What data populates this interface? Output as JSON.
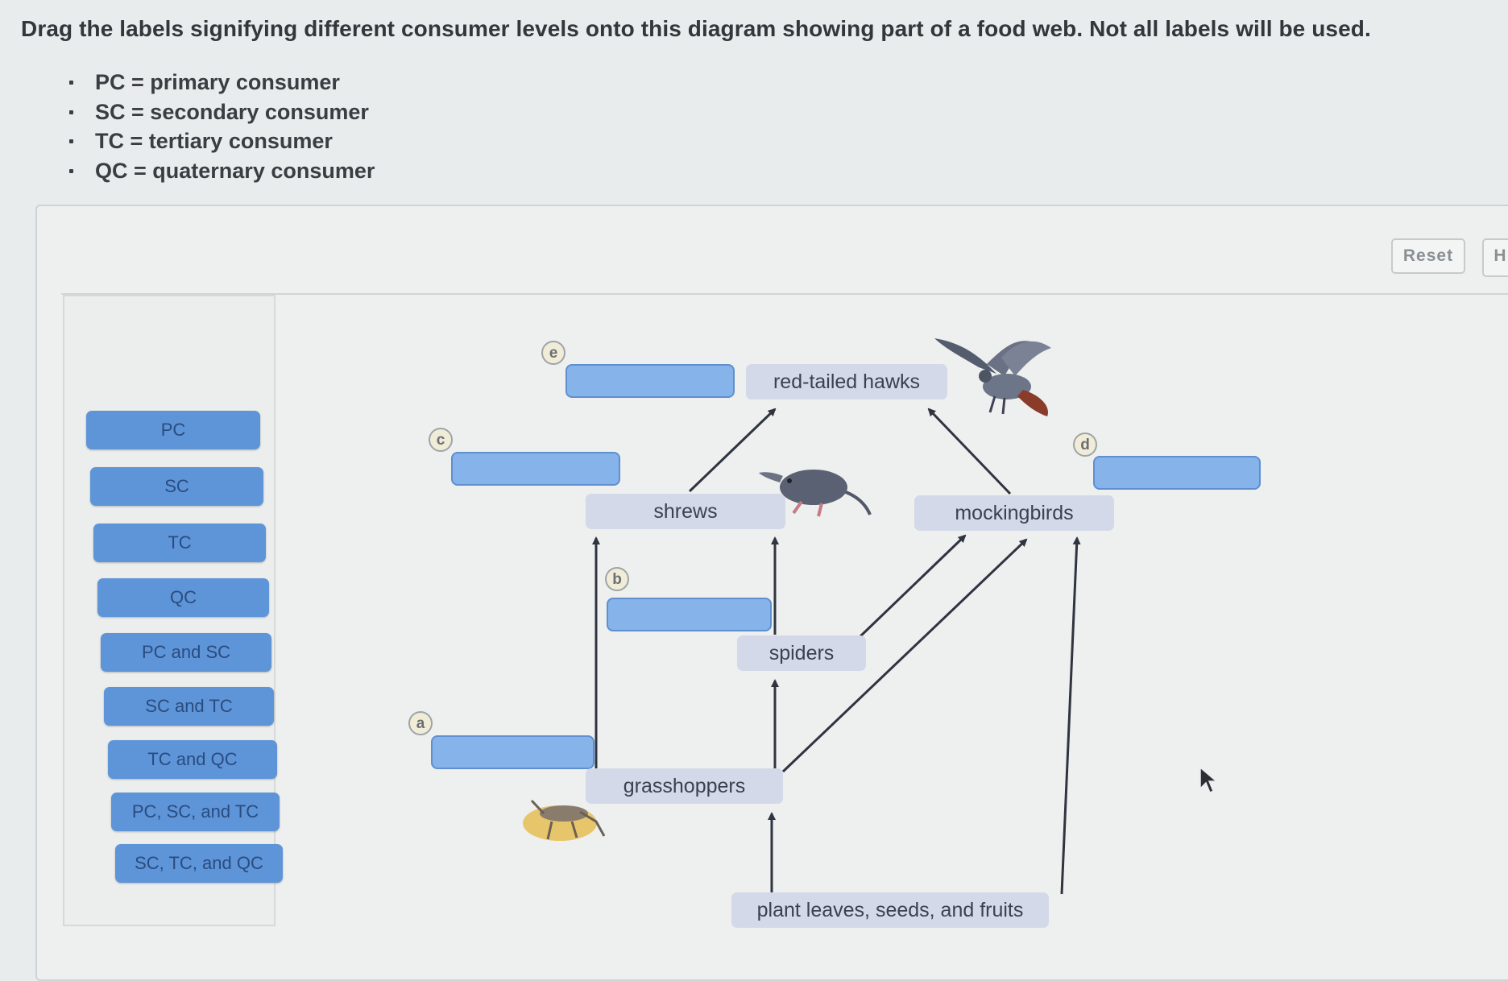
{
  "instructions": "Drag the labels signifying different consumer levels onto this diagram showing part of a food web. Not all labels will be used.",
  "key": [
    {
      "abbr": "PC",
      "meaning": "primary consumer"
    },
    {
      "abbr": "SC",
      "meaning": "secondary consumer"
    },
    {
      "abbr": "TC",
      "meaning": "tertiary consumer"
    },
    {
      "abbr": "QC",
      "meaning": "quaternary consumer"
    }
  ],
  "toolbar": {
    "reset_label": "Reset",
    "help_label": "H"
  },
  "label_bank": [
    "PC",
    "SC",
    "TC",
    "QC",
    "PC and SC",
    "SC and TC",
    "TC and QC",
    "PC, SC, and TC",
    "SC, TC, and QC"
  ],
  "organisms": {
    "hawks": "red-tailed hawks",
    "shrews": "shrews",
    "mockingbirds": "mockingbirds",
    "spiders": "spiders",
    "grasshoppers": "grasshoppers",
    "plants": "plant leaves, seeds, and fruits"
  },
  "markers": {
    "a": "a",
    "b": "b",
    "c": "c",
    "d": "d",
    "e": "e"
  },
  "colors": {
    "label_fill": "#5e94d8",
    "drop_zone_fill": "#86b3ea",
    "organism_fill": "#d3d9e8",
    "arrow": "#2f3440"
  }
}
